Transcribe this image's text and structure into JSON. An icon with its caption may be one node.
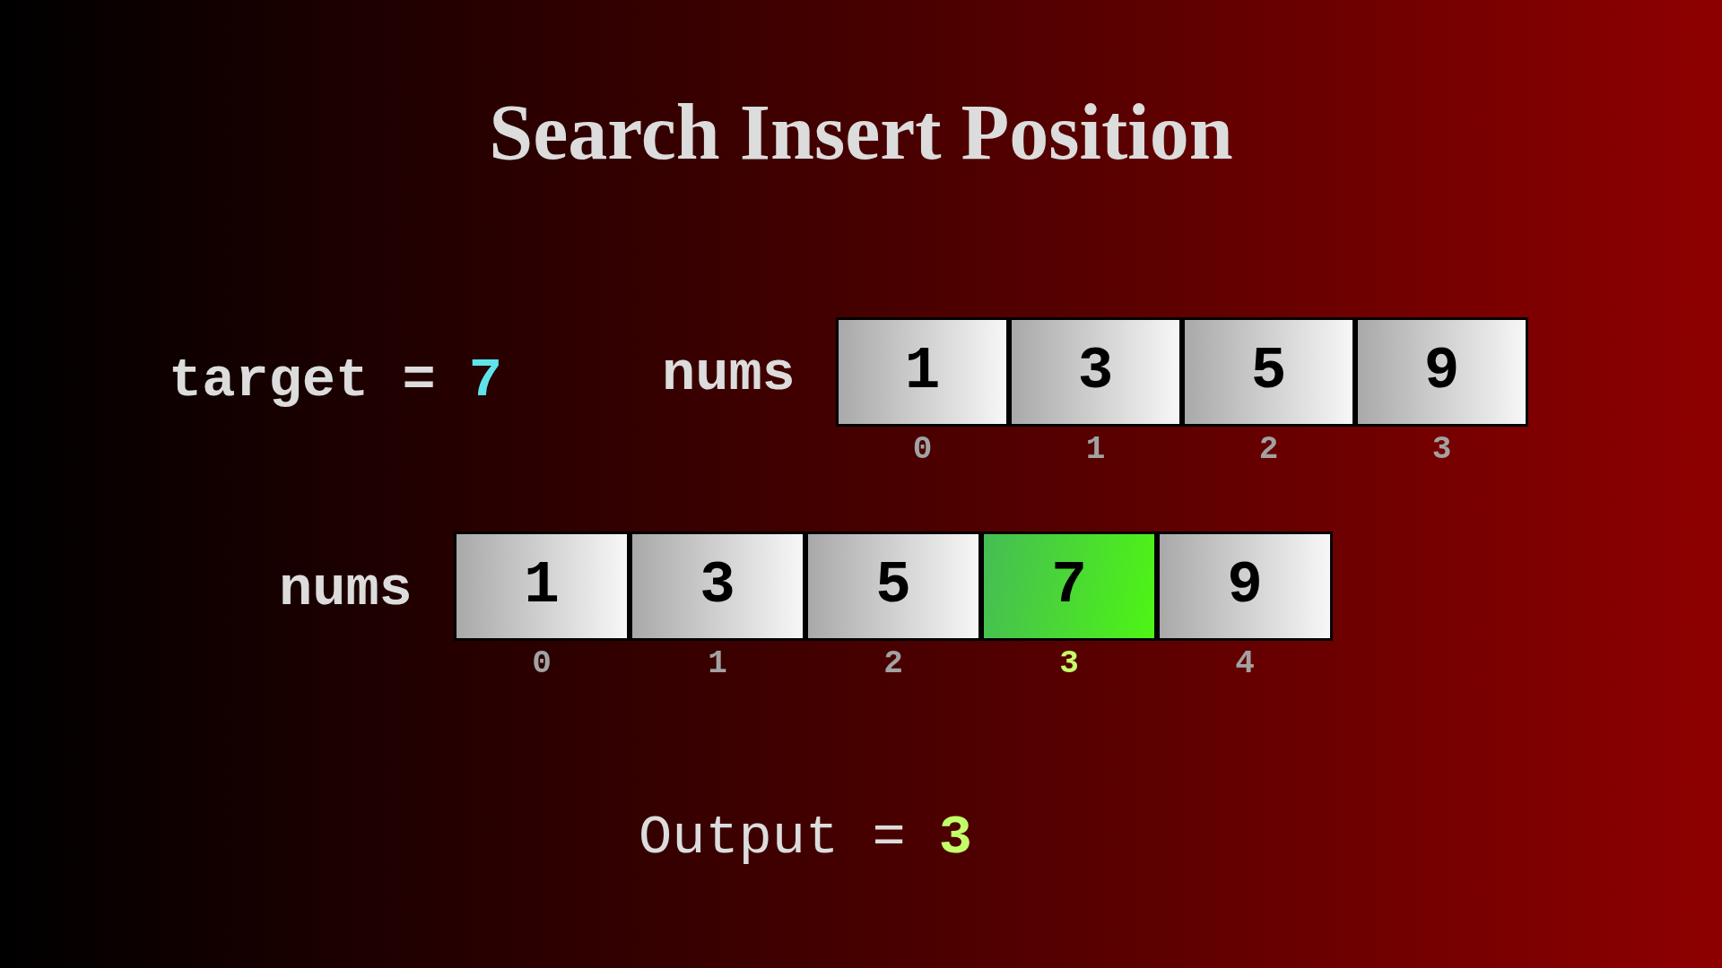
{
  "diagram": {
    "title": "Search Insert Position",
    "nodes": [
      {
        "text": [
          "1"
        ],
        "beside": [
          "0"
        ]
      },
      {
        "text": [
          "3"
        ],
        "beside": [
          "1"
        ]
      },
      {
        "text": [
          "5"
        ],
        "beside": [
          "2"
        ]
      },
      {
        "text": [
          "9"
        ],
        "beside": [
          "3"
        ]
      },
      {
        "text": [
          "1"
        ],
        "beside": [
          "0"
        ]
      },
      {
        "text": [
          "3"
        ],
        "beside": [
          "1"
        ]
      },
      {
        "text": [
          "5"
        ],
        "beside": [
          "2"
        ]
      },
      {
        "text": [
          "7"
        ],
        "beside": [
          "3"
        ]
      },
      {
        "text": [
          "9"
        ],
        "beside": [
          "4"
        ]
      }
    ],
    "labels": [
      "target =",
      "7",
      "nums",
      "nums",
      "Output =",
      "3"
    ]
  }
}
